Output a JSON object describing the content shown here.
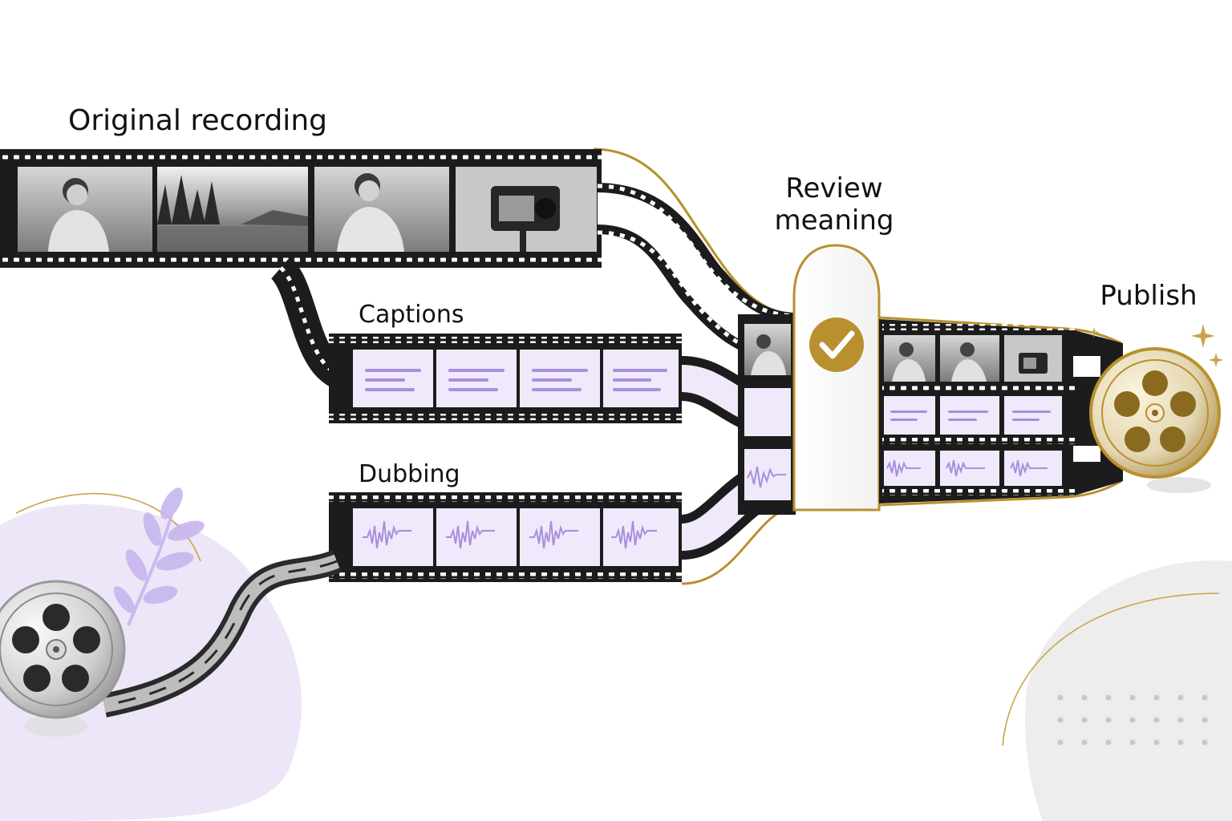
{
  "labels": {
    "original": "Original recording",
    "captions": "Captions",
    "dubbing": "Dubbing",
    "review_line1": "Review",
    "review_line2": "meaning",
    "publish": "Publish"
  },
  "icons": {
    "source_reel": "film-reel-icon",
    "publish_reel": "film-reel-icon",
    "review_gate": "checkmark-icon",
    "sparkle": "sparkle-icon",
    "leaves": "leaf-branch-icon"
  },
  "colors": {
    "film": "#1c1c1c",
    "gold": "#b8902e",
    "lavender": "#efe9fb",
    "lavender_line": "#a98fdc",
    "blob": "#ece6f8"
  }
}
